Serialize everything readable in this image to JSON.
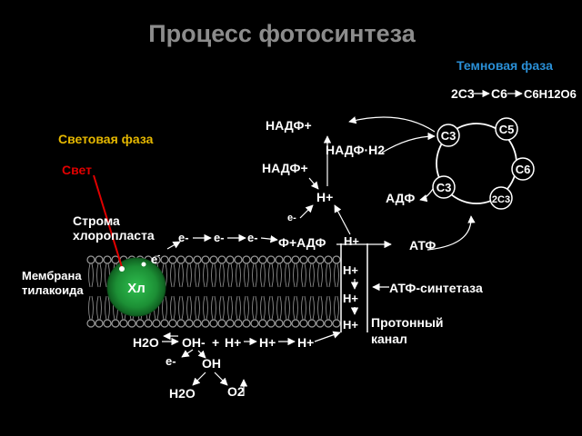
{
  "title": "Процесс фотосинтеза",
  "colors": {
    "background": "#000000",
    "title": "#8c8c8c",
    "text": "#ffffff",
    "light_phase": "#e6b800",
    "dark_phase": "#2a8fd6",
    "light": "#e00000",
    "chlorophyll": "#1f9e3a",
    "membrane": "#9a9a9a"
  },
  "light_phase": {
    "title": "Световая фаза",
    "light": "Свет",
    "stroma": "Строма",
    "stroma2": "хлоропласта",
    "membrane": "Мембрана",
    "membrane2": "тилакоида",
    "chlorophyll": "Хл",
    "electron": "e",
    "electron_charge": "-",
    "electron_flow": [
      "e-",
      "e-",
      "e-"
    ],
    "e_down": "e-",
    "nadp1": "НАДФ+",
    "nadp2": "НАДФ+",
    "nadph": "НАДФ·H2",
    "h_plus": "H+",
    "f_adp": "Ф+АДФ",
    "h_top": "H+",
    "atf": "АТФ",
    "adf": "АДФ",
    "channel_h": [
      "H+",
      "H+",
      "H+"
    ],
    "atp_synthase": "АТФ-синтетаза",
    "proton": "Протонный",
    "channel": "канал",
    "h2o": "H2O",
    "oh": "OH-",
    "plus": "+",
    "hplus": "H+",
    "hplus2": "H+",
    "hplus3": "H+",
    "e_split": "e-",
    "oh_radical": "OH",
    "h2o_out": "H2O",
    "o2": "O2"
  },
  "dark_phase": {
    "title": "Темновая фаза",
    "equation": [
      "2C3",
      "C6",
      "C6H12O6"
    ],
    "cycle_nodes": [
      "C3",
      "C5",
      "C6",
      "2C3",
      "C3"
    ]
  }
}
